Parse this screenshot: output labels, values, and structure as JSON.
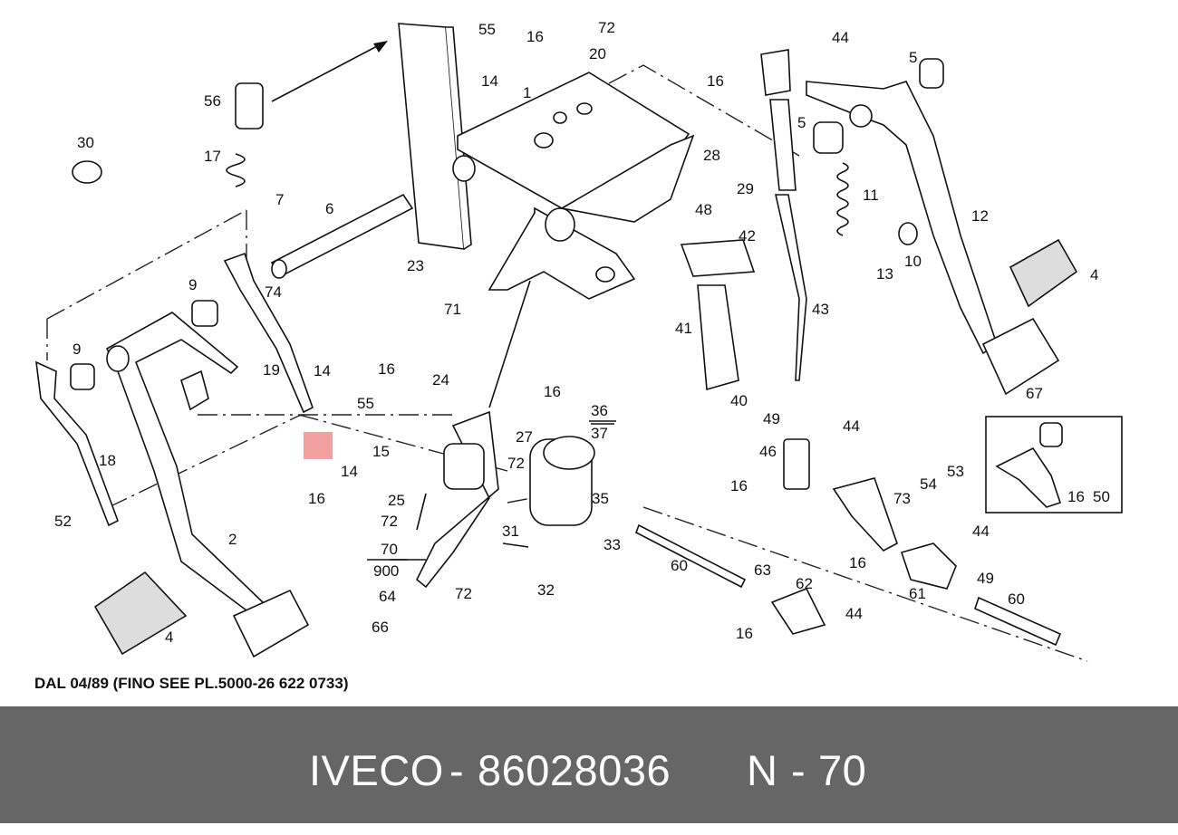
{
  "callouts": [
    "1",
    "2",
    "4",
    "4",
    "5",
    "5",
    "6",
    "7",
    "9",
    "9",
    "10",
    "11",
    "12",
    "13",
    "14",
    "14",
    "14",
    "15",
    "16",
    "16",
    "16",
    "16",
    "16",
    "16",
    "16",
    "16",
    "16",
    "17",
    "18",
    "19",
    "20",
    "23",
    "24",
    "25",
    "27",
    "28",
    "29",
    "30",
    "31",
    "32",
    "33",
    "35",
    "36",
    "37",
    "40",
    "41",
    "42",
    "43",
    "44",
    "44",
    "44",
    "44",
    "46",
    "48",
    "49",
    "49",
    "50",
    "52",
    "53",
    "54",
    "55",
    "55",
    "56",
    "60",
    "60",
    "61",
    "62",
    "63",
    "64",
    "66",
    "67",
    "70",
    "71",
    "72",
    "72",
    "72",
    "72",
    "73",
    "74",
    "900"
  ],
  "footnote": "DAL 04/89 (FINO SEE PL.5000-26 622 0733)",
  "footer": {
    "brand": "IVECO",
    "sep1": "-",
    "part_number": "86028036",
    "code": "N",
    "sep2": "-",
    "position": "70"
  },
  "colors": {
    "footer_bg": "#666666",
    "marker": "#f2a0a0"
  }
}
